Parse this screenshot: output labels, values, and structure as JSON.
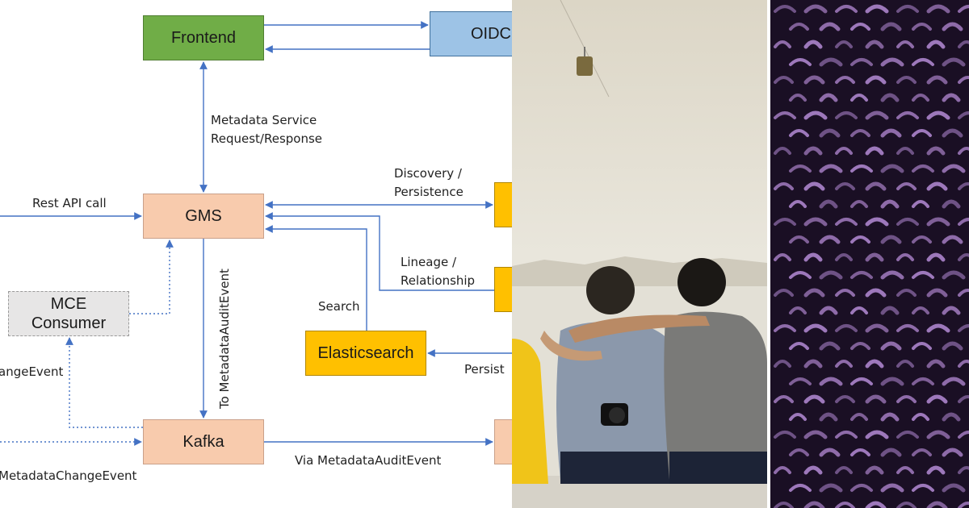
{
  "diagram": {
    "nodes": {
      "frontend": "Frontend",
      "oidc": "OIDC",
      "gms": "GMS",
      "mce_line1": "MCE",
      "mce_line2": "Consumer",
      "elasticsearch": "Elasticsearch",
      "kafka": "Kafka"
    },
    "edge_labels": {
      "metadata_service_1": "Metadata Service",
      "metadata_service_2": "Request/Response",
      "rest_api": "Rest API call",
      "discovery_1": "Discovery /",
      "discovery_2": "Persistence",
      "lineage_1": "Lineage /",
      "lineage_2": "Relationship",
      "search": "Search",
      "persist": "Persist",
      "to_mae": "To MetadataAuditEvent",
      "change_event": "angeEvent",
      "metadata_change_event": "MetadataChangeEvent",
      "via_mae": "Via MetadataAuditEvent"
    },
    "colors": {
      "line": "#4472c4",
      "frontend": "#70ad47",
      "oidc": "#9dc3e6",
      "gms_kafka": "#f8cbad",
      "mce": "#e7e6e6",
      "elasticsearch": "#ffc000"
    }
  },
  "photo": {
    "icon": "people-by-sea-photo",
    "colors": {
      "sky": "#e8e4d8",
      "shirt_left": "#8b98ab",
      "shirt_right": "#7a7a78",
      "shirt_yellow": "#f0c419"
    }
  },
  "pattern": {
    "icon": "purple-abstract-pattern",
    "colors": {
      "dark": "#1a0f24",
      "light": "#b58bd6"
    }
  }
}
